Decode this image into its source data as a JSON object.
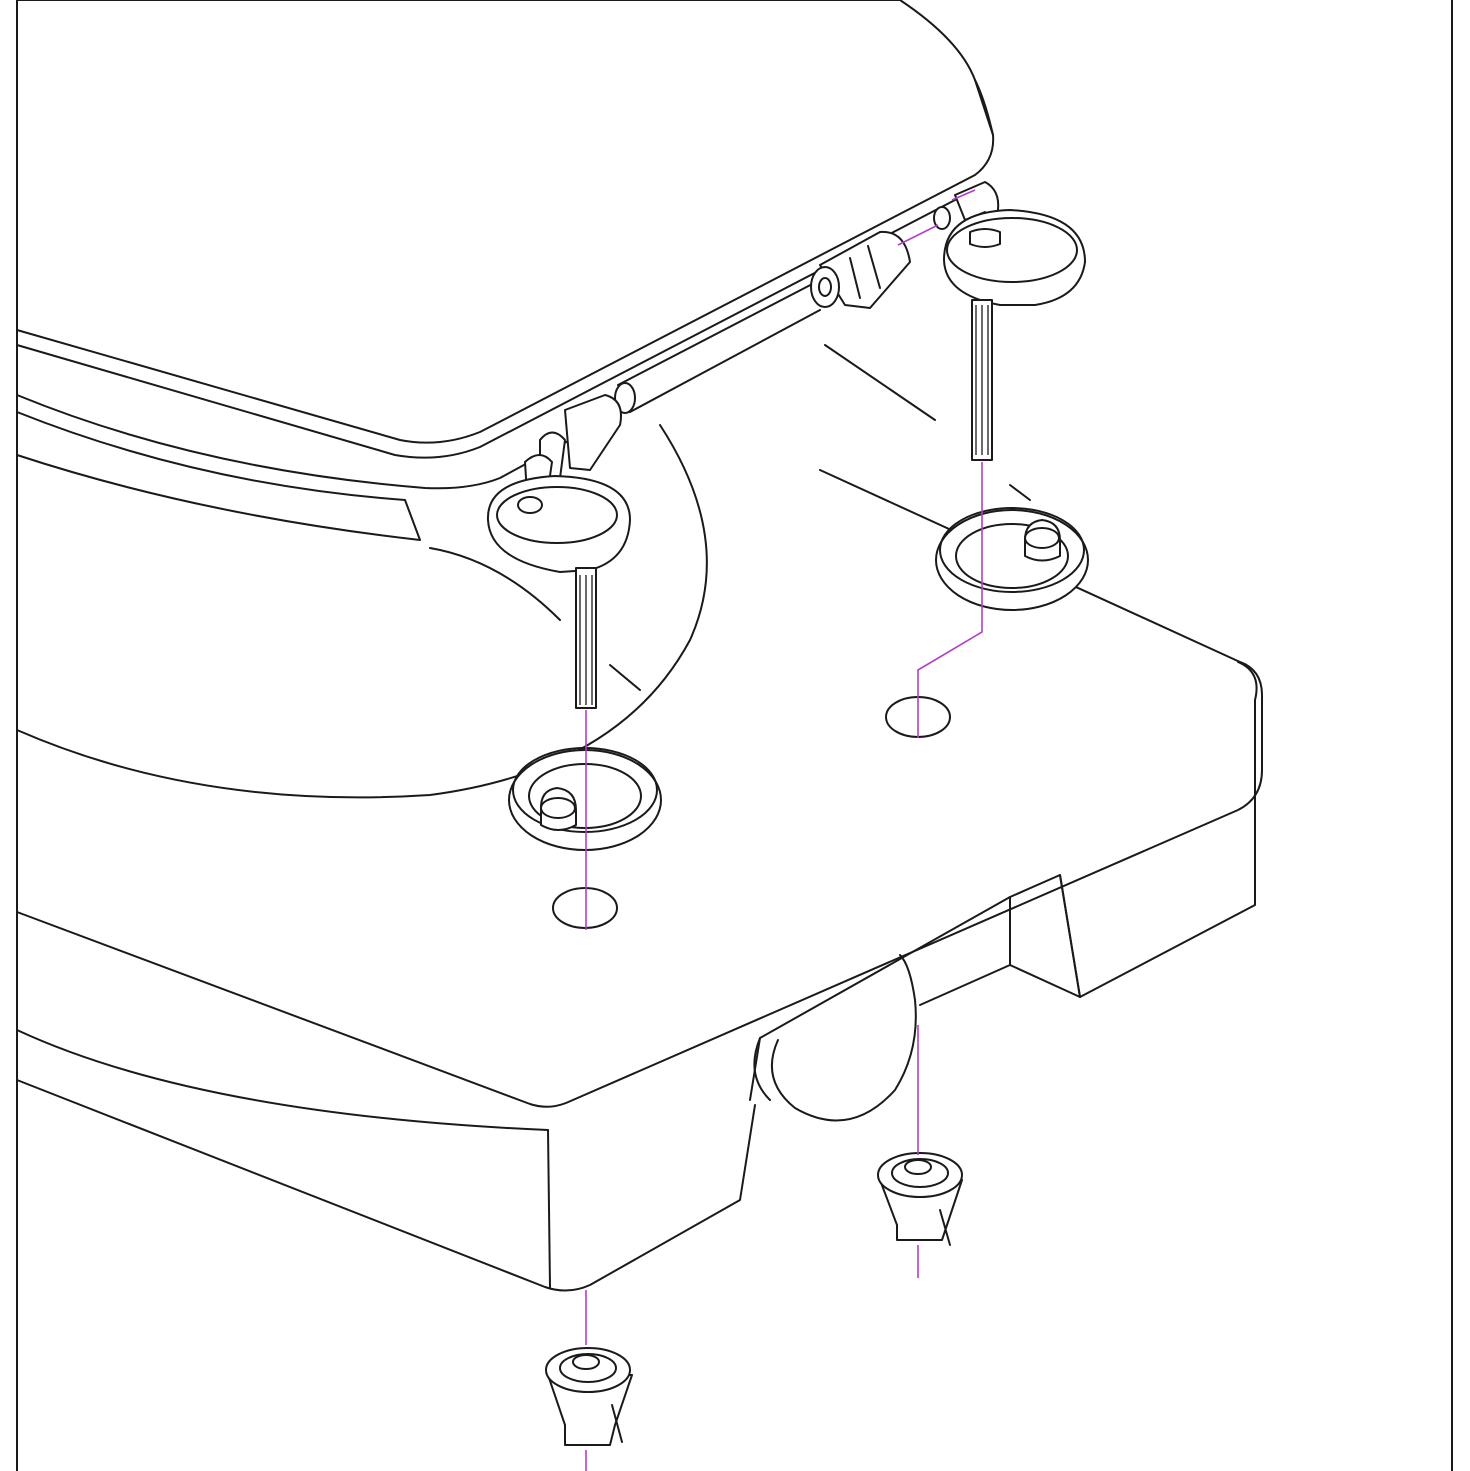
{
  "diagram": {
    "kind": "exploded-assembly-line-drawing",
    "line_color": "#1a1a1a",
    "guide_color": "#b23ec9",
    "background_color": "#ffffff",
    "parts": [
      {
        "id": "seat-lid",
        "icon": "toilet-seat-lid-icon"
      },
      {
        "id": "hinge-rod",
        "icon": "hinge-rod-icon"
      },
      {
        "id": "hinge-left",
        "icon": "hinge-icon"
      },
      {
        "id": "hinge-right",
        "icon": "hinge-icon"
      },
      {
        "id": "bolt-left",
        "icon": "threaded-bolt-icon"
      },
      {
        "id": "bolt-right",
        "icon": "threaded-bolt-icon"
      },
      {
        "id": "washer-left",
        "icon": "washer-icon"
      },
      {
        "id": "washer-right",
        "icon": "washer-icon"
      },
      {
        "id": "bowl",
        "icon": "toilet-bowl-icon"
      },
      {
        "id": "nut-left",
        "icon": "expansion-nut-icon"
      },
      {
        "id": "nut-right",
        "icon": "expansion-nut-icon"
      }
    ]
  }
}
